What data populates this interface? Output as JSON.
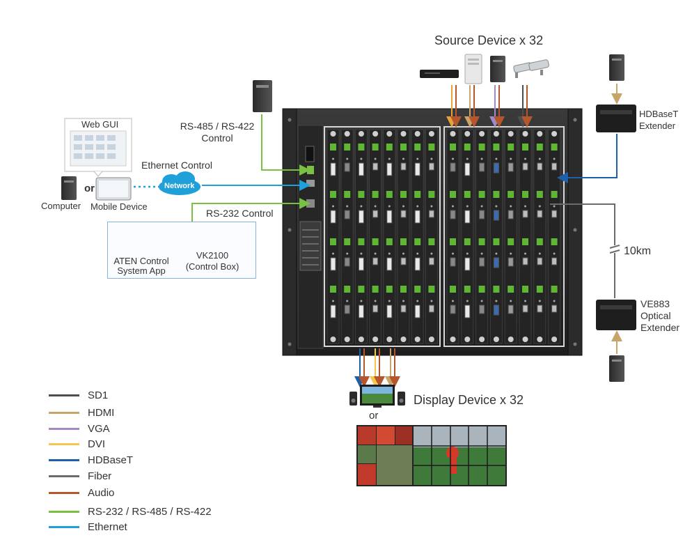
{
  "labels": {
    "source_devices": "Source Device x 32",
    "display_devices": "Display Device x 32",
    "or_display": "or",
    "rs485": "RS-485 / RS-422",
    "rs485_control": "Control",
    "ethernet_control": "Ethernet Control",
    "network": "Network",
    "web_gui": "Web GUI",
    "computer": "Computer",
    "or_mobile": "or",
    "mobile_device": "Mobile Device",
    "rs232_control": "RS-232 Control",
    "aten_app_1": "ATEN Control",
    "aten_app_2": "System App",
    "vk2100_1": "VK2100",
    "vk2100_2": "(Control Box)",
    "hdbaset_1": "HDBaseT",
    "hdbaset_2": "Extender",
    "distance": "10km",
    "ve883_1": "VE883",
    "ve883_2": "Optical",
    "ve883_3": "Extender"
  },
  "legend": [
    {
      "label": "SD1",
      "color": "#4d4d4d"
    },
    {
      "label": "HDMI",
      "color": "#c9a46a"
    },
    {
      "label": "VGA",
      "color": "#a08bc4"
    },
    {
      "label": "DVI",
      "color": "#f2c94c"
    },
    {
      "label": "HDBaseT",
      "color": "#1f5fa8"
    },
    {
      "label": "Fiber",
      "color": "#6b6b6b"
    },
    {
      "label": "Audio",
      "color": "#b5562c"
    },
    {
      "label": "RS-232 / RS-485 / RS-422",
      "color": "#7ac143"
    },
    {
      "label": "Ethernet",
      "color": "#1fa0d8"
    }
  ]
}
